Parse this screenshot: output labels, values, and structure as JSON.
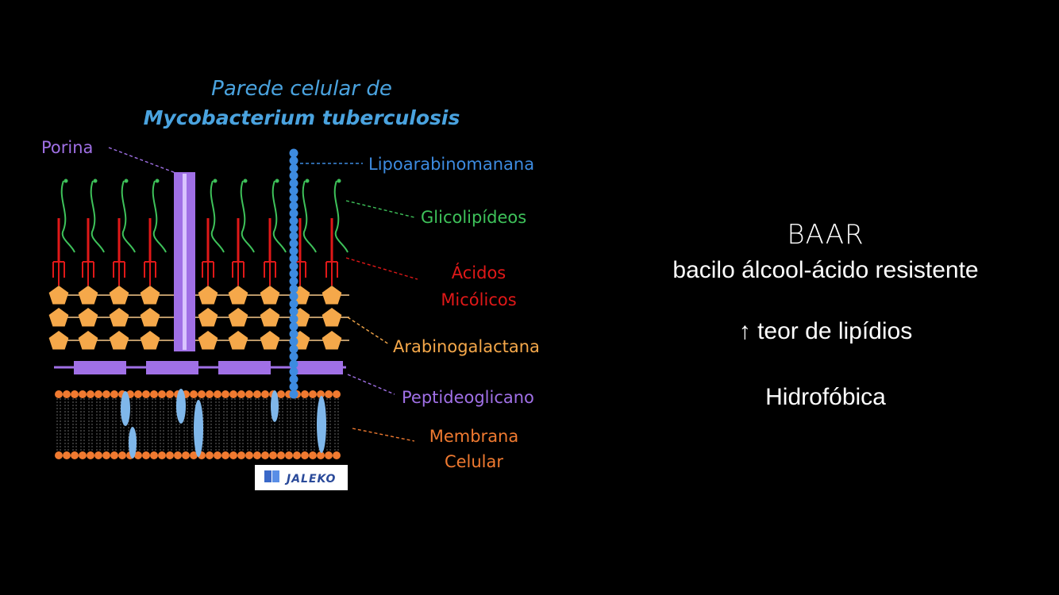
{
  "diagram": {
    "title_line1": "Parede celular de",
    "title_line2": "Mycobacterium tuberculosis",
    "labels": {
      "porina": "Porina",
      "lipoarabinomanana": "Lipoarabinomanana",
      "glicolipideos": "Glicolipídeos",
      "acidos_line1": "Ácidos",
      "acidos_line2": "Micólicos",
      "arabinogalactana": "Arabinogalactana",
      "peptideoglicano": "Peptideoglicano",
      "membrana_line1": "Membrana",
      "membrana_line2": "Celular"
    },
    "logo_text": "JALEKO",
    "colors": {
      "title": "#4aa3df",
      "porina": "#a070e6",
      "lipoarabinomanana": "#3d8be0",
      "glicolipideos": "#3ec25a",
      "acidos": "#e01818",
      "arabinogalactana": "#f5a84a",
      "peptideoglicano": "#a070e6",
      "membrana": "#f07a30"
    }
  },
  "info": {
    "title": "BAAR",
    "description": "bacilo álcool-ácido resistente",
    "lipid_note": "↑ teor de lipídios",
    "hydrophobic": "Hidrofóbica"
  }
}
